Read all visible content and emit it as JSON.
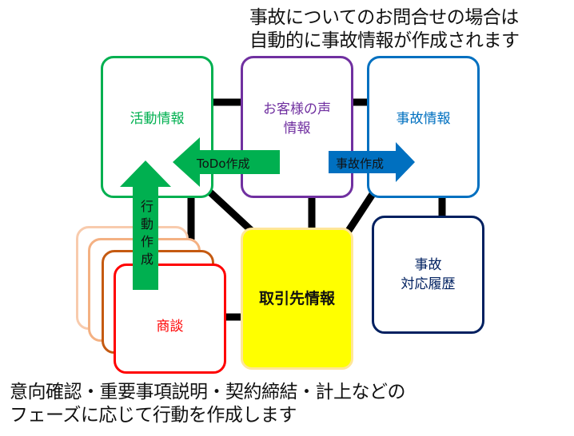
{
  "captions": {
    "top": [
      "事故についてのお問合せの場合は",
      "自動的に事故情報が作成されます"
    ],
    "bottom": [
      "意向確認・重要事項説明・契約締結・計上などの",
      "フェーズに応じて行動を作成します"
    ]
  },
  "nodes": {
    "activity": {
      "label": "活動情報",
      "color": "#00b050"
    },
    "customer_voice": {
      "line1": "お客様の声",
      "line2": "情報",
      "color": "#7030a0"
    },
    "accident": {
      "label": "事故情報",
      "color": "#0070c0"
    },
    "accident_history": {
      "line1": "事故",
      "line2": "対応履歴",
      "color": "#002060"
    },
    "client": {
      "label": "取引先情報",
      "color": "#ffff00"
    },
    "deal": {
      "label": "商談",
      "color": "#ff0000"
    }
  },
  "arrows": {
    "todo": {
      "label": "ToDo作成",
      "color": "#00b050"
    },
    "accident_create": {
      "label": "事故作成",
      "color": "#0070c0"
    },
    "action_create": {
      "chars": [
        "行",
        "動",
        "作",
        "成"
      ],
      "color": "#00b050"
    }
  },
  "stack_colors": [
    "#f8cbad",
    "#f4b183",
    "#c55a11"
  ]
}
